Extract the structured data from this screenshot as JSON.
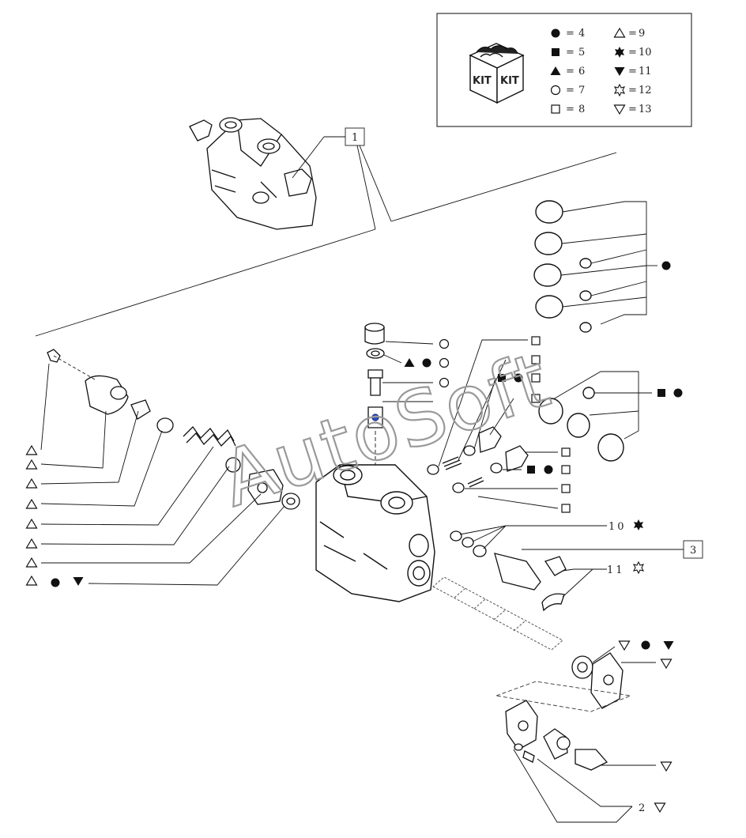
{
  "legend": {
    "kit_label": "KIT",
    "items": [
      {
        "symbol": "filled-circle",
        "value": "4"
      },
      {
        "symbol": "filled-square",
        "value": "5"
      },
      {
        "symbol": "filled-triangle-up",
        "value": "6"
      },
      {
        "symbol": "hollow-circle",
        "value": "7"
      },
      {
        "symbol": "hollow-square",
        "value": "8"
      },
      {
        "symbol": "hollow-triangle-up",
        "value": "9"
      },
      {
        "symbol": "filled-star",
        "value": "10"
      },
      {
        "symbol": "filled-triangle-down",
        "value": "11"
      },
      {
        "symbol": "hollow-star",
        "value": "12"
      },
      {
        "symbol": "hollow-triangle-down",
        "value": "13"
      }
    ],
    "equals": "="
  },
  "callouts": {
    "ref_1": "1",
    "ref_3": "3",
    "ref_10": "10",
    "ref_11": "11",
    "ref_2": "2"
  },
  "watermark": "AutoSoft",
  "colors": {
    "ink": "#111111",
    "frame": "#333333",
    "watermark": "#9a9a9a"
  }
}
